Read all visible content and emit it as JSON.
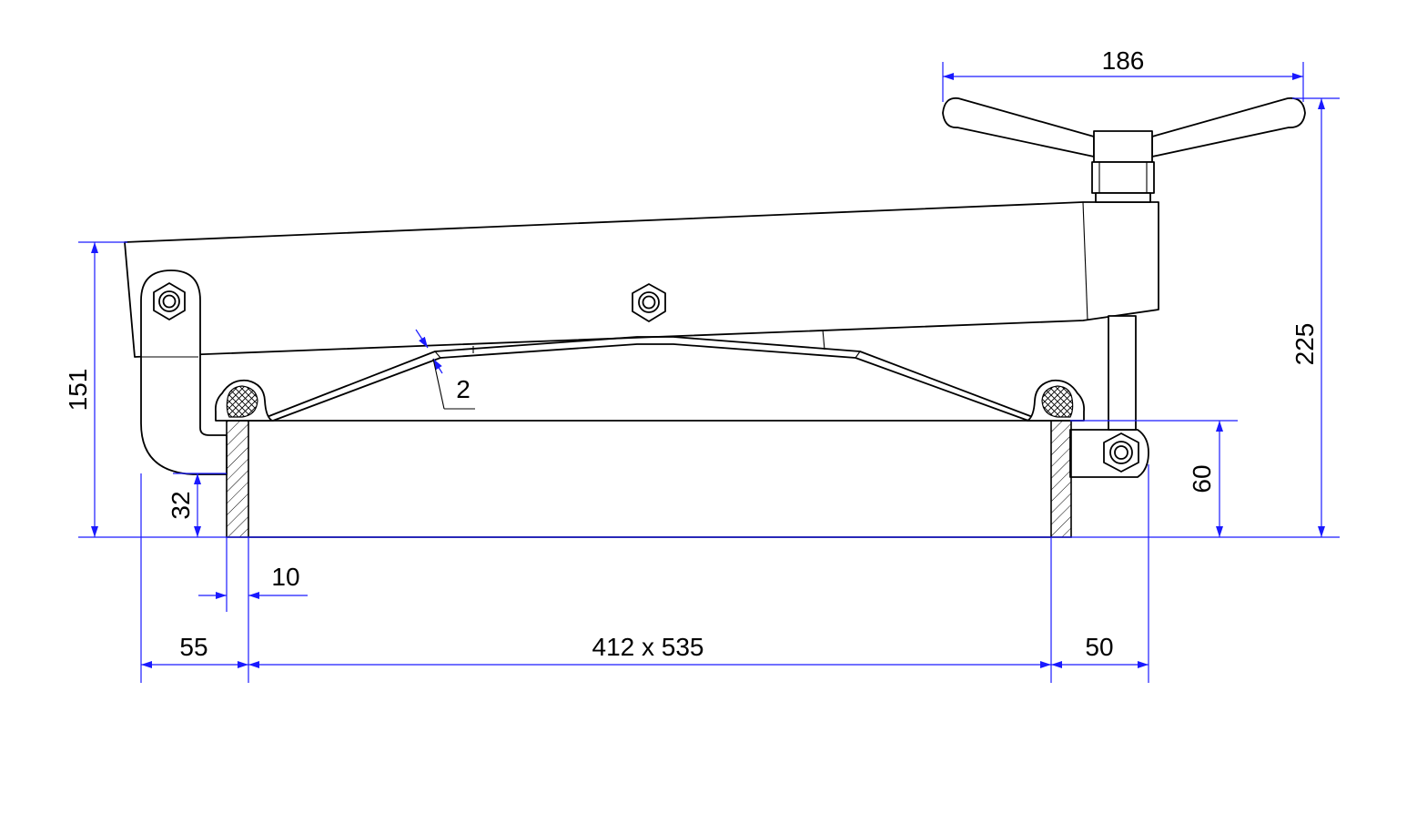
{
  "dimensions": {
    "handle_width": "186",
    "total_height": "225",
    "lid_height": "151",
    "frame_height": "60",
    "hinge_height": "32",
    "wall_thickness": "10",
    "lid_thickness": "2",
    "left_offset": "55",
    "opening_size": "412 x 535",
    "right_offset": "50"
  },
  "colors": {
    "dimension_line": "#1a1aff",
    "outline": "#000000",
    "background": "#ffffff"
  }
}
